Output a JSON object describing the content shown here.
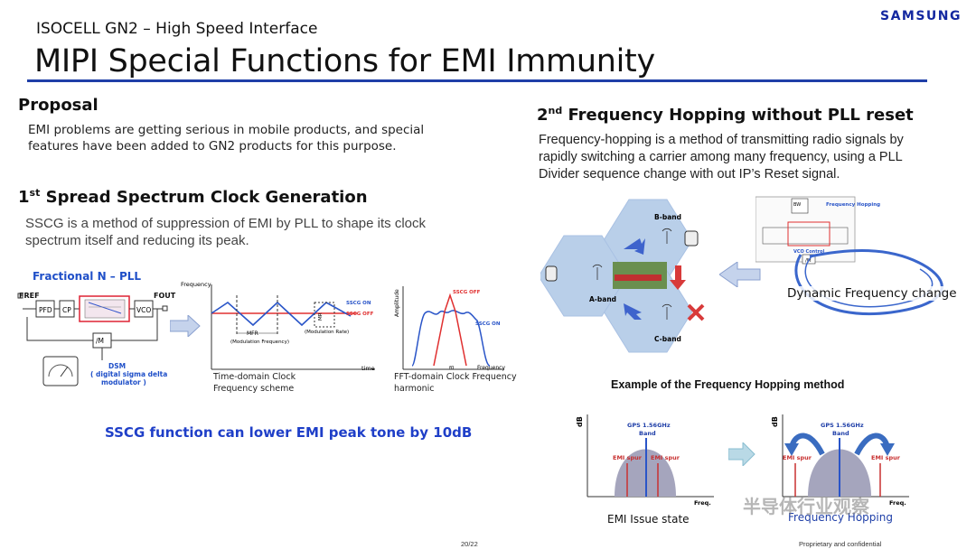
{
  "header": {
    "subtitle": "ISOCELL GN2 – High Speed Interface",
    "title": "MIPI Special Functions for EMI Immunity",
    "logo": "SAMSUNG"
  },
  "proposal": {
    "heading": "Proposal",
    "text1": "EMI problems are getting serious in mobile products, and special",
    "text2": "features have been added to GN2 products for this purpose."
  },
  "sscg": {
    "heading_num": "1",
    "heading_sup": "st",
    "heading_rest": " Spread Spectrum Clock Generation",
    "text1": "SSCG is a method of suppression of EMI by PLL to shape its clock",
    "text2": "spectrum itself and reducing its peak.",
    "pll_title": "Fractional N – PLL",
    "fref": "FREF",
    "fout": "FOUT",
    "blocks": [
      "PFD",
      "CP",
      "VCO",
      "/M"
    ],
    "dsm_title": "DSM",
    "dsm_desc1": "( digital sigma delta",
    "dsm_desc2": "modulator )",
    "time_axis_y": "Frequency",
    "time_axis_x": "time",
    "sscg_on": "SSCG ON",
    "sscg_off": "SSCG OFF",
    "mfr": "MFR",
    "mfr_note": "(Modulation Frequency)",
    "mr": "MR",
    "mr_note": "(Modulation Rate)",
    "caption_time1": "Time-domain Clock",
    "caption_time2": "Frequency scheme",
    "fft_axis_y": "Amplitude",
    "fft_axis_x": "Frequency",
    "fft_f0": "f0",
    "caption_fft1": "FFT-domain Clock Frequency",
    "caption_fft2": "harmonic",
    "claim": "SSCG function can lower EMI peak tone by 10dB"
  },
  "hopping": {
    "heading_num": "2",
    "heading_sup": "nd",
    "heading_rest": " Frequency Hopping without PLL reset",
    "text1": "Frequency-hopping is a method of transmitting radio signals by",
    "text2": "rapidly switching a carrier among many frequency, using a PLL",
    "text3": "Divider sequence change with out IP’s Reset signal.",
    "band_a": "A-band",
    "band_b": "B-band",
    "band_c": "C-band",
    "fh_label": "Frequency Hopping",
    "vco_label": "VCO Control",
    "m_label": "/M",
    "dyn_label": "Dynamic Frequency change",
    "example_title": "Example of the Frequency Hopping method",
    "db": "dB",
    "gps": "GPS 1.56GHz",
    "band": "Band",
    "emi_spur": "EMI spur",
    "freq": "Freq.",
    "state1": "EMI Issue state",
    "state2": "Frequency Hopping"
  },
  "footer": {
    "page": "20/22",
    "confidential": "Proprietary and confidential",
    "watermark": "半导体行业观察"
  },
  "colors": {
    "accent_blue": "#1f3fa8",
    "claim_blue": "#1f3fc8",
    "red": "#e03030",
    "hex_blue": "#b9cfe9"
  }
}
